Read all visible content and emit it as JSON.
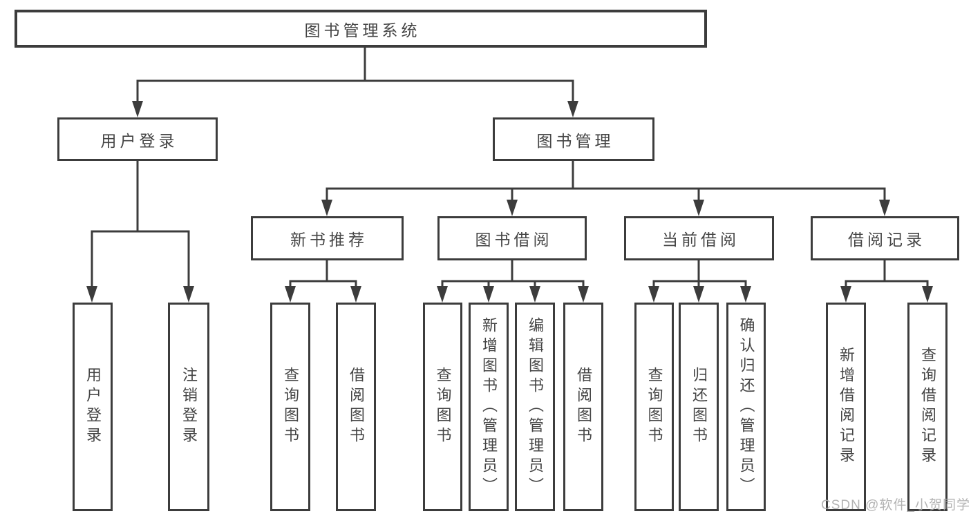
{
  "diagram": {
    "type": "hierarchy-chart",
    "levels": 4,
    "nodes": {
      "root": "图书管理系统",
      "user_login": "用户登录",
      "book_mgmt": "图书管理",
      "login": "用户登录",
      "logout": "注销登录",
      "new_rec": "新书推荐",
      "borrow": "图书借阅",
      "current": "当前借阅",
      "records": "借阅记录",
      "rec_query": "查询图书",
      "rec_borrow": "借阅图书",
      "bor_query": "查询图书",
      "bor_add": "新增图书（管理员）",
      "bor_edit": "编辑图书（管理员）",
      "bor_borrow": "借阅图书",
      "cur_query": "查询图书",
      "cur_return": "归还图书",
      "cur_confirm": "确认归还（管理员）",
      "rec_add_record": "新增借阅记录",
      "rec_query_record": "查询借阅记录"
    },
    "edges": [
      [
        "root",
        "user_login"
      ],
      [
        "root",
        "book_mgmt"
      ],
      [
        "user_login",
        "login"
      ],
      [
        "user_login",
        "logout"
      ],
      [
        "book_mgmt",
        "new_rec"
      ],
      [
        "book_mgmt",
        "borrow"
      ],
      [
        "book_mgmt",
        "current"
      ],
      [
        "book_mgmt",
        "records"
      ],
      [
        "new_rec",
        "rec_query"
      ],
      [
        "new_rec",
        "rec_borrow"
      ],
      [
        "borrow",
        "bor_query"
      ],
      [
        "borrow",
        "bor_add"
      ],
      [
        "borrow",
        "bor_edit"
      ],
      [
        "borrow",
        "bor_borrow"
      ],
      [
        "current",
        "cur_query"
      ],
      [
        "current",
        "cur_return"
      ],
      [
        "current",
        "cur_confirm"
      ],
      [
        "records",
        "rec_add_record"
      ],
      [
        "records",
        "rec_query_record"
      ]
    ],
    "colors": {
      "line": "#3c3c3c",
      "box_border": "#3c3c3c",
      "text": "#454545",
      "background": "#ffffff",
      "watermark_text_color": "#ababab"
    }
  },
  "watermark": "CSDN @软件_小贺同学"
}
